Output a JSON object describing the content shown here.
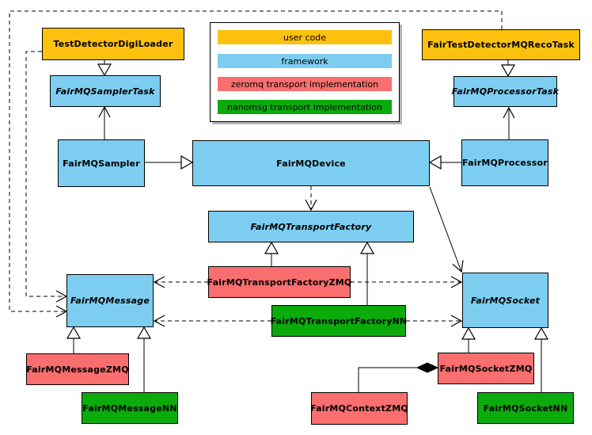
{
  "colors": {
    "user_code": "#FCC10E",
    "framework": "#7DCDF0",
    "zeromq": "#F96E6E",
    "nanomsg": "#0BAB0B",
    "border": "#000000",
    "background": "#FFFFFF"
  },
  "legend": {
    "items": [
      {
        "id": "user-code",
        "label": "user code",
        "color": "#FCC10E"
      },
      {
        "id": "framework",
        "label": "framework",
        "color": "#7DCDF0"
      },
      {
        "id": "zeromq",
        "label": "zeromq transport implementation",
        "color": "#F96E6E"
      },
      {
        "id": "nanomsg",
        "label": "nanomsg transport implementation",
        "color": "#0BAB0B"
      }
    ]
  },
  "classes": {
    "test_detector_digi_loader": {
      "label": "TestDetectorDigiLoader",
      "category": "user_code",
      "abstract": false
    },
    "fair_test_detector_mq_reco_task": {
      "label": "FairTestDetectorMQRecoTask",
      "category": "user_code",
      "abstract": false
    },
    "fairmq_sampler_task": {
      "label": "FairMQSamplerTask",
      "category": "framework",
      "abstract": true
    },
    "fairmq_processor_task": {
      "label": "FairMQProcessorTask",
      "category": "framework",
      "abstract": true
    },
    "fairmq_sampler": {
      "label": "FairMQSampler",
      "category": "framework",
      "abstract": false
    },
    "fairmq_device": {
      "label": "FairMQDevice",
      "category": "framework",
      "abstract": false
    },
    "fairmq_processor": {
      "label": "FairMQProcessor",
      "category": "framework",
      "abstract": false
    },
    "fairmq_transport_factory": {
      "label": "FairMQTransportFactory",
      "category": "framework",
      "abstract": true
    },
    "fairmq_transport_factory_zmq": {
      "label": "FairMQTransportFactoryZMQ",
      "category": "zeromq",
      "abstract": false
    },
    "fairmq_transport_factory_nn": {
      "label": "FairMQTransportFactoryNN",
      "category": "nanomsg",
      "abstract": false
    },
    "fairmq_message": {
      "label": "FairMQMessage",
      "category": "framework",
      "abstract": true
    },
    "fairmq_message_zmq": {
      "label": "FairMQMessageZMQ",
      "category": "zeromq",
      "abstract": false
    },
    "fairmq_message_nn": {
      "label": "FairMQMessageNN",
      "category": "nanomsg",
      "abstract": false
    },
    "fairmq_socket": {
      "label": "FairMQSocket",
      "category": "framework",
      "abstract": true
    },
    "fairmq_socket_zmq": {
      "label": "FairMQSocketZMQ",
      "category": "zeromq",
      "abstract": false
    },
    "fairmq_socket_nn": {
      "label": "FairMQSocketNN",
      "category": "nanomsg",
      "abstract": false
    },
    "fairmq_context_zmq": {
      "label": "FairMQContextZMQ",
      "category": "zeromq",
      "abstract": false
    }
  },
  "relationships": [
    {
      "from": "TestDetectorDigiLoader",
      "to": "FairMQSamplerTask",
      "type": "inheritance"
    },
    {
      "from": "FairTestDetectorMQRecoTask",
      "to": "FairMQProcessorTask",
      "type": "inheritance"
    },
    {
      "from": "FairMQSampler",
      "to": "FairMQDevice",
      "type": "inheritance"
    },
    {
      "from": "FairMQProcessor",
      "to": "FairMQDevice",
      "type": "inheritance"
    },
    {
      "from": "FairMQSampler",
      "to": "FairMQSamplerTask",
      "type": "association"
    },
    {
      "from": "FairMQProcessor",
      "to": "FairMQProcessorTask",
      "type": "association"
    },
    {
      "from": "FairMQDevice",
      "to": "FairMQTransportFactory",
      "type": "dependency"
    },
    {
      "from": "FairMQDevice",
      "to": "FairMQSocket",
      "type": "association"
    },
    {
      "from": "FairMQTransportFactoryZMQ",
      "to": "FairMQTransportFactory",
      "type": "inheritance"
    },
    {
      "from": "FairMQTransportFactoryNN",
      "to": "FairMQTransportFactory",
      "type": "inheritance"
    },
    {
      "from": "FairMQTransportFactoryZMQ",
      "to": "FairMQMessage",
      "type": "dependency"
    },
    {
      "from": "FairMQTransportFactoryZMQ",
      "to": "FairMQSocket",
      "type": "dependency"
    },
    {
      "from": "FairMQTransportFactoryNN",
      "to": "FairMQMessage",
      "type": "dependency"
    },
    {
      "from": "FairMQTransportFactoryNN",
      "to": "FairMQSocket",
      "type": "dependency"
    },
    {
      "from": "FairMQMessageZMQ",
      "to": "FairMQMessage",
      "type": "inheritance"
    },
    {
      "from": "FairMQMessageNN",
      "to": "FairMQMessage",
      "type": "inheritance"
    },
    {
      "from": "FairMQSocketZMQ",
      "to": "FairMQSocket",
      "type": "inheritance"
    },
    {
      "from": "FairMQSocketNN",
      "to": "FairMQSocket",
      "type": "inheritance"
    },
    {
      "from": "FairMQContextZMQ",
      "to": "FairMQSocketZMQ",
      "type": "composition"
    },
    {
      "from": "TestDetectorDigiLoader",
      "to": "FairMQMessage",
      "type": "dependency"
    },
    {
      "from": "FairTestDetectorMQRecoTask",
      "to": "FairMQMessage",
      "type": "dependency"
    }
  ]
}
